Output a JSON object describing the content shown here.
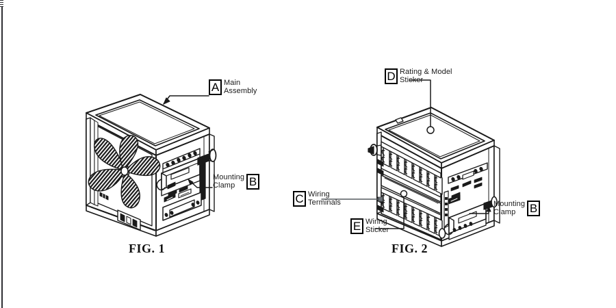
{
  "page": {
    "background_color": "#ffffff",
    "line_color": "#1a1a1a",
    "edge_rule_color": "#2e2e33"
  },
  "figures": [
    {
      "id": "fig1",
      "caption": "FIG. 1",
      "description": "Isometric view of control unit front with cooling fan and right-side mounting clamp",
      "callouts": [
        {
          "key": "A",
          "label_line1": "Main",
          "label_line2": "Assembly",
          "name": "callout-a-main-assembly"
        },
        {
          "key": "B",
          "label_line1": "Mounting",
          "label_line2": "Clamp",
          "name": "callout-b-mounting-clamp"
        }
      ]
    },
    {
      "id": "fig2",
      "caption": "FIG. 2",
      "description": "Isometric view of control unit rear with wiring terminal blocks and stickers",
      "callouts": [
        {
          "key": "D",
          "label_line1": "Rating & Model",
          "label_line2": "Sticker",
          "name": "callout-d-rating-model-sticker"
        },
        {
          "key": "C",
          "label_line1": "Wiring",
          "label_line2": "Terminals",
          "name": "callout-c-wiring-terminals"
        },
        {
          "key": "E",
          "label_line1": "Wiring",
          "label_line2": "Sticker",
          "name": "callout-e-wiring-sticker"
        },
        {
          "key": "B",
          "label_line1": "Mounting",
          "label_line2": "Clamp",
          "name": "callout-b-mounting-clamp-fig2"
        }
      ]
    }
  ]
}
